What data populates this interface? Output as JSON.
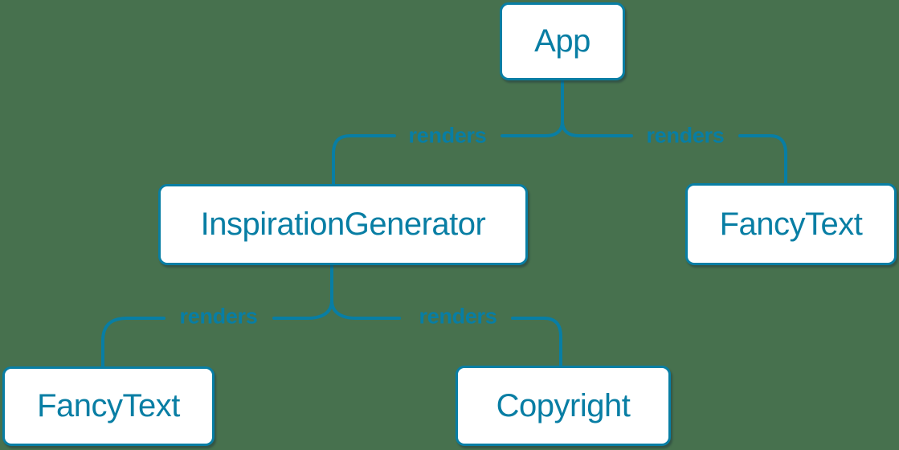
{
  "diagram": {
    "background_color": "#47714E",
    "accent_color": "#087EA4",
    "node_fill_color": "#FFFFFF",
    "nodes": [
      {
        "id": "app",
        "label": "App"
      },
      {
        "id": "inspiration-generator",
        "label": "InspirationGenerator"
      },
      {
        "id": "fancy-text-top",
        "label": "FancyText"
      },
      {
        "id": "fancy-text-bottom",
        "label": "FancyText"
      },
      {
        "id": "copyright",
        "label": "Copyright"
      }
    ],
    "edges": [
      {
        "from": "App",
        "to": "InspirationGenerator",
        "label": "renders"
      },
      {
        "from": "App",
        "to": "FancyText",
        "label": "renders"
      },
      {
        "from": "InspirationGenerator",
        "to": "FancyText",
        "label": "renders"
      },
      {
        "from": "InspirationGenerator",
        "to": "Copyright",
        "label": "renders"
      }
    ]
  }
}
